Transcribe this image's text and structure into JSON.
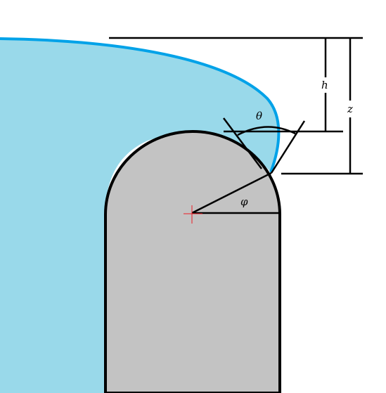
{
  "labels": {
    "height_symbol": "h",
    "depth_symbol": "z",
    "contact_angle_symbol": "θ",
    "position_angle_symbol": "φ"
  },
  "colors": {
    "liquid_fill": "#99d9ea",
    "meniscus_line": "#00a2e8",
    "solid_fill": "#c3c3c3",
    "outline": "#000000",
    "center_mark": "#ed1c24",
    "background": "#ffffff"
  }
}
